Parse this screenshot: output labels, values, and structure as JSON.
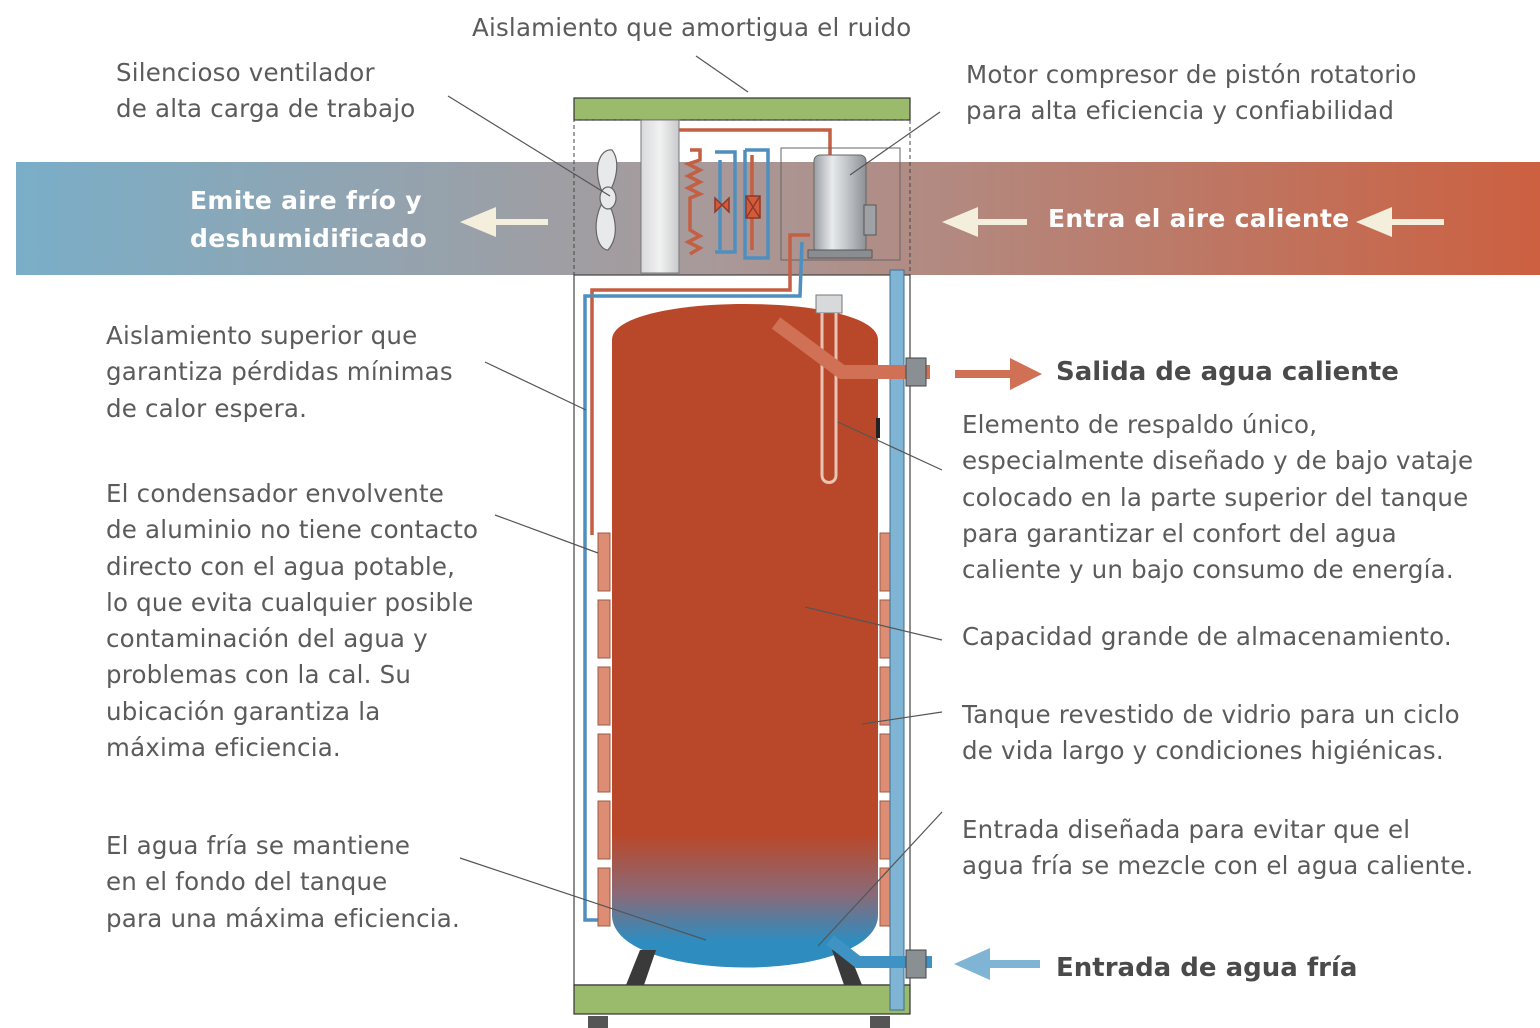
{
  "labels": {
    "top_insulation": "Aislamiento que amortigua el ruido",
    "fan": "Silencioso ventilador\nde alta carga de trabajo",
    "compressor": "Motor compresor de pistón rotatorio\npara alta eficiencia y confiabilidad",
    "upper_insulation": "Aislamiento superior que\ngarantiza pérdidas mínimas\nde calor espera.",
    "condenser": "El condensador envolvente\nde aluminio no tiene contacto\ndirecto con el agua potable,\nlo que evita cualquier posible\ncontaminación del agua y\nproblemas con la cal. Su\nubicación garantiza la\nmáxima eficiencia.",
    "cold_bottom": "El agua fría se mantiene\nen el fondo del tanque\npara una máxima eficiencia.",
    "backup_element": "Elemento de respaldo único,\nespecialmente diseñado y de bajo vataje\ncolocado en la parte superior del tanque\npara garantizar el confort del agua\ncaliente y un bajo consumo de energía.",
    "capacity": "Capacidad grande de almacenamiento.",
    "glass_tank": "Tanque revestido de vidrio para un ciclo\nde vida largo y condiciones higiénicas.",
    "inlet_design": "Entrada diseñada para evitar que el\nagua fría se mezcle con el agua caliente."
  },
  "airflow": {
    "out_label": "Emite aire frío y\ndeshumidificado",
    "in_label": "Entra el aire caliente"
  },
  "ports": {
    "hot_out": "Salida de agua caliente",
    "cold_in": "Entrada de agua fría"
  },
  "colors": {
    "band_cold": "#7aaec8",
    "band_hot": "#cc6040",
    "tank": "#b9482a",
    "tank_cold": "#2e8cbf",
    "insulation_green": "#9aba6c",
    "arrow_cream": "#f3efdc",
    "hot_pipe": "#d07055",
    "cold_pipe": "#7fb4d4",
    "leader": "#555555"
  }
}
